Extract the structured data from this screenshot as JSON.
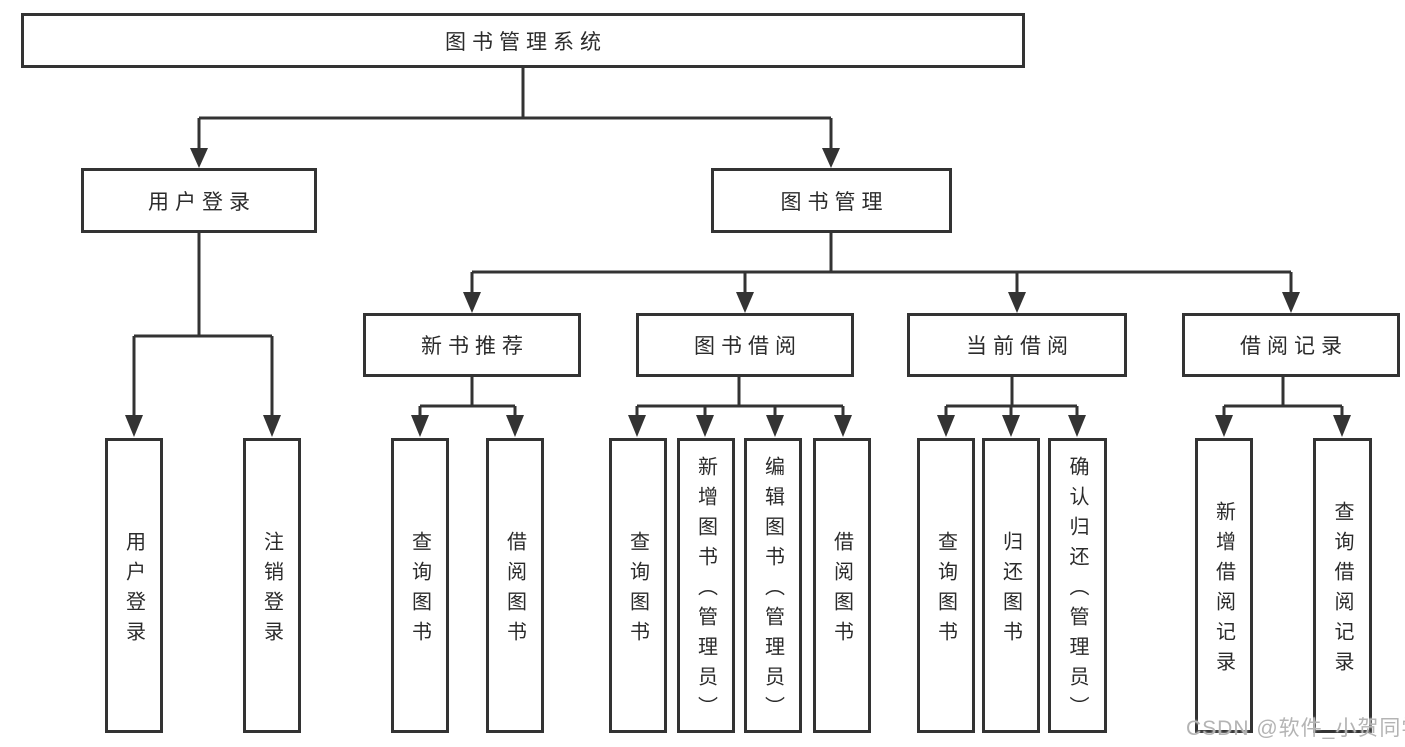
{
  "diagram": {
    "root": {
      "label": "图书管理系统"
    },
    "level2": [
      {
        "label": "用户登录",
        "children": [
          {
            "label": "用户登录"
          },
          {
            "label": "注销登录"
          }
        ]
      },
      {
        "label": "图书管理",
        "children": [
          {
            "label": "新书推荐",
            "children": [
              {
                "label": "查询图书"
              },
              {
                "label": "借阅图书"
              }
            ]
          },
          {
            "label": "图书借阅",
            "children": [
              {
                "label": "查询图书"
              },
              {
                "label": "新增图书（管理员）"
              },
              {
                "label": "编辑图书（管理员）"
              },
              {
                "label": "借阅图书"
              }
            ]
          },
          {
            "label": "当前借阅",
            "children": [
              {
                "label": "查询图书"
              },
              {
                "label": "归还图书"
              },
              {
                "label": "确认归还（管理员）"
              }
            ]
          },
          {
            "label": "借阅记录",
            "children": [
              {
                "label": "新增借阅记录"
              },
              {
                "label": "查询借阅记录"
              }
            ]
          }
        ]
      }
    ],
    "watermark": "CSDN @软件_小贺同学",
    "colors": {
      "line": "#333333",
      "box_border": "#333333",
      "text": "#2b2b2b",
      "background": "#ffffff",
      "watermark": "#b4b4b4"
    }
  }
}
